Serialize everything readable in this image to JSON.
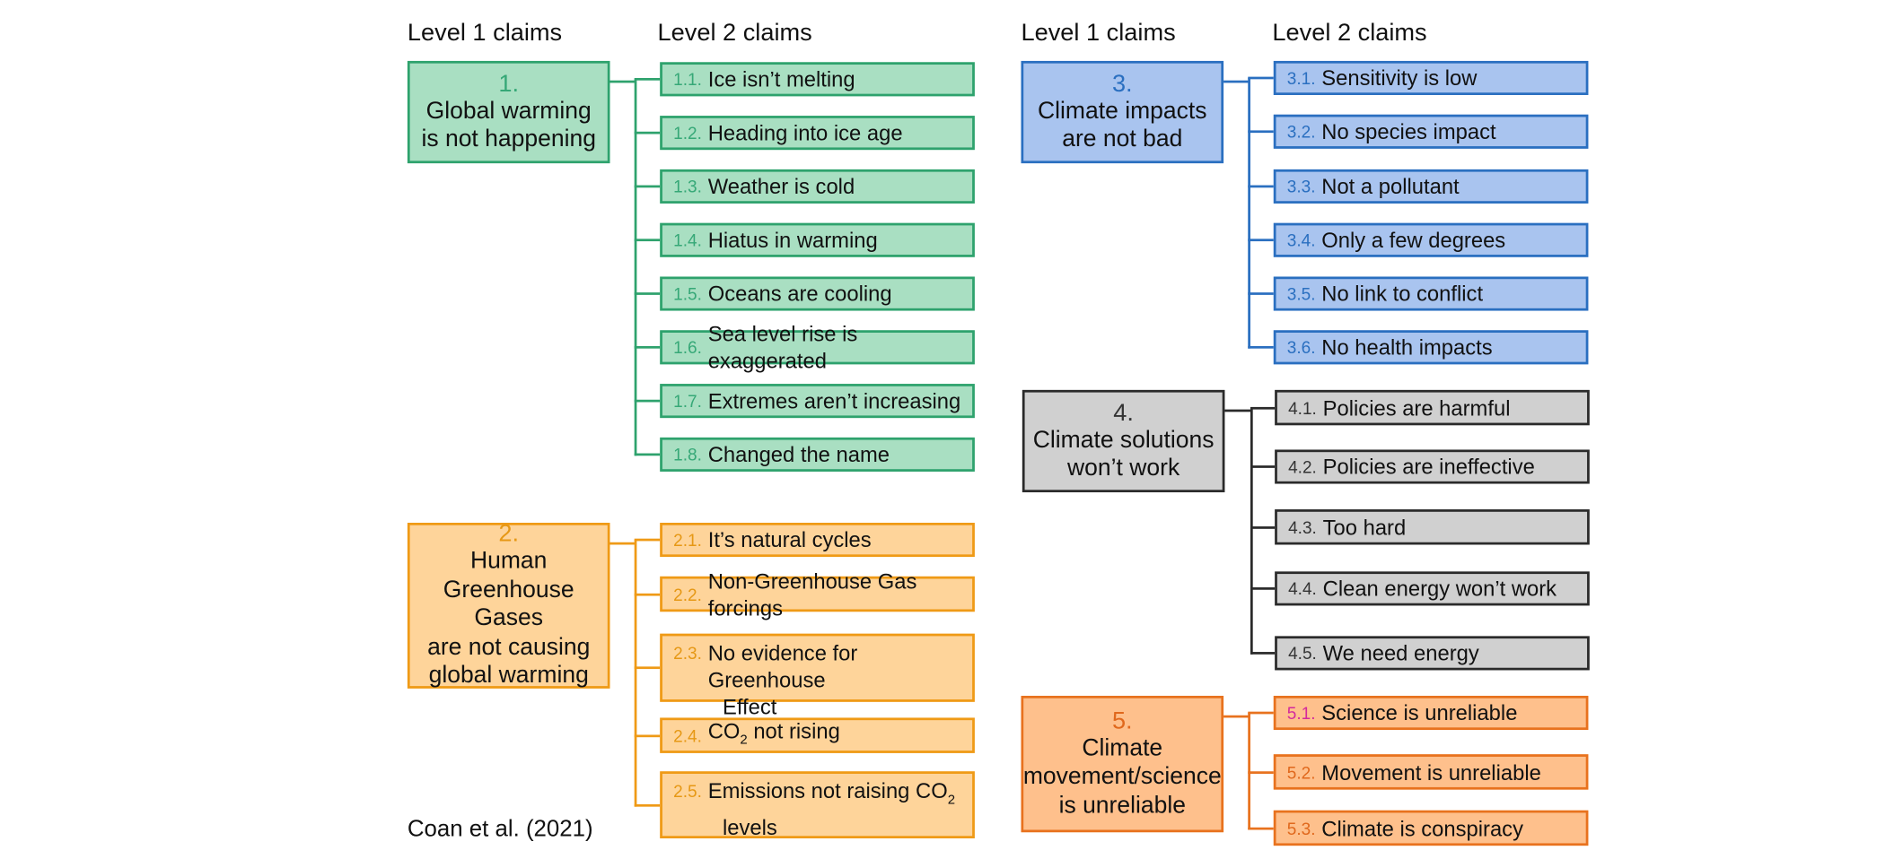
{
  "headings": {
    "level1": "Level 1 claims",
    "level2": "Level 2 claims"
  },
  "citation": "Coan et al. (2021)",
  "colors": {
    "green": {
      "fill": "#a9dfc2",
      "border": "#2ea26d",
      "num": "#36a877"
    },
    "orange": {
      "fill": "#fed49a",
      "border": "#ef9a16",
      "num": "#e69815"
    },
    "blue": {
      "fill": "#a9c4ef",
      "border": "#2a6fc0",
      "num": "#2a6fc0"
    },
    "gray": {
      "fill": "#d0d0d0",
      "border": "#2a2a2a",
      "num": "#333333"
    },
    "dorange": {
      "fill": "#fec08c",
      "border": "#e8721e",
      "num": "#e0681c"
    }
  },
  "groups": [
    {
      "num": "1.",
      "color": "green",
      "title_lines": [
        "Global warming",
        "is not happening"
      ],
      "claims": [
        {
          "num": "1.1.",
          "text": "Ice isn’t melting"
        },
        {
          "num": "1.2.",
          "text": "Heading into ice age"
        },
        {
          "num": "1.3.",
          "text": "Weather is cold"
        },
        {
          "num": "1.4.",
          "text": "Hiatus in warming"
        },
        {
          "num": "1.5.",
          "text": "Oceans are cooling"
        },
        {
          "num": "1.6.",
          "text": "Sea level rise is exaggerated"
        },
        {
          "num": "1.7.",
          "text": "Extremes aren’t increasing"
        },
        {
          "num": "1.8.",
          "text": "Changed the name"
        }
      ]
    },
    {
      "num": "2.",
      "color": "orange",
      "title_lines": [
        "Human",
        "Greenhouse Gases",
        "are not causing",
        "global warming"
      ],
      "claims": [
        {
          "num": "2.1.",
          "text": "It’s natural cycles"
        },
        {
          "num": "2.2.",
          "text": "Non-Greenhouse Gas forcings"
        },
        {
          "num": "2.3.",
          "text": "No evidence for Greenhouse",
          "text2": "Effect"
        },
        {
          "num": "2.4.",
          "text": "CO",
          "sub": "2",
          "text_after": " not rising"
        },
        {
          "num": "2.5.",
          "text": "Emissions not raising CO",
          "sub": "2",
          "text2": "levels"
        }
      ]
    },
    {
      "num": "3.",
      "color": "blue",
      "title_lines": [
        "Climate impacts",
        "are not bad"
      ],
      "claims": [
        {
          "num": "3.1.",
          "text": "Sensitivity is low"
        },
        {
          "num": "3.2.",
          "text": "No species impact"
        },
        {
          "num": "3.3.",
          "text": "Not a pollutant"
        },
        {
          "num": "3.4.",
          "text": "Only a few degrees"
        },
        {
          "num": "3.5.",
          "text": "No link to conflict"
        },
        {
          "num": "3.6.",
          "text": "No health impacts"
        }
      ]
    },
    {
      "num": "4.",
      "color": "gray",
      "title_lines": [
        "Climate solutions",
        "won’t work"
      ],
      "claims": [
        {
          "num": "4.1.",
          "text": "Policies are harmful"
        },
        {
          "num": "4.2.",
          "text": "Policies are ineffective"
        },
        {
          "num": "4.3.",
          "text": "Too hard"
        },
        {
          "num": "4.4.",
          "text": "Clean energy won’t work"
        },
        {
          "num": "4.5.",
          "text": "We need energy"
        }
      ]
    },
    {
      "num": "5.",
      "color": "dorange",
      "title_lines": [
        "Climate",
        "movement/science",
        "is unreliable"
      ],
      "claims": [
        {
          "num": "5.1.",
          "text": "Science is unreliable",
          "num_color": "#d42a9c"
        },
        {
          "num": "5.2.",
          "text": "Movement is unreliable"
        },
        {
          "num": "5.3.",
          "text": "Climate is conspiracy"
        }
      ]
    }
  ]
}
